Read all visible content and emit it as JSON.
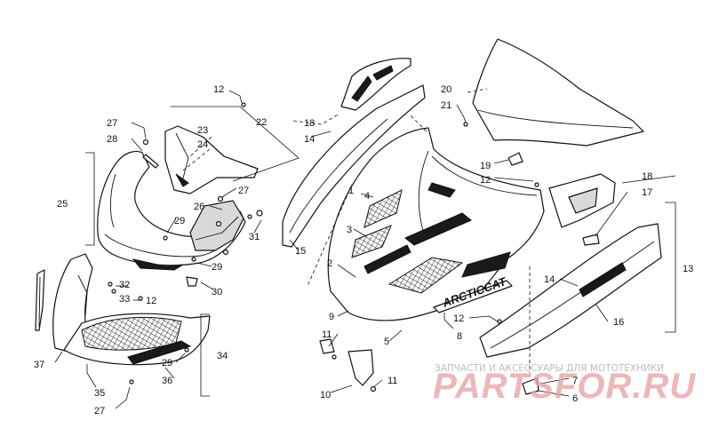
{
  "callouts": [
    {
      "id": "c12a",
      "text": "12"
    },
    {
      "id": "c27a",
      "text": "27"
    },
    {
      "id": "c28",
      "text": "28"
    },
    {
      "id": "c23",
      "text": "23"
    },
    {
      "id": "c24",
      "text": "24"
    },
    {
      "id": "c22",
      "text": "22"
    },
    {
      "id": "c25",
      "text": "25"
    },
    {
      "id": "c27b",
      "text": "27"
    },
    {
      "id": "c26",
      "text": "26"
    },
    {
      "id": "c29a",
      "text": "29"
    },
    {
      "id": "c31",
      "text": "31"
    },
    {
      "id": "c29b",
      "text": "29"
    },
    {
      "id": "c30",
      "text": "30"
    },
    {
      "id": "c32",
      "text": "32"
    },
    {
      "id": "c33",
      "text": "33"
    },
    {
      "id": "c12b",
      "text": "12"
    },
    {
      "id": "c34",
      "text": "34"
    },
    {
      "id": "c29c",
      "text": "29"
    },
    {
      "id": "c36",
      "text": "36"
    },
    {
      "id": "c37",
      "text": "37"
    },
    {
      "id": "c35",
      "text": "35"
    },
    {
      "id": "c27c",
      "text": "27"
    },
    {
      "id": "c18a",
      "text": "18"
    },
    {
      "id": "c14a",
      "text": "14"
    },
    {
      "id": "c15",
      "text": "15"
    },
    {
      "id": "c1",
      "text": "1"
    },
    {
      "id": "c4",
      "text": "4"
    },
    {
      "id": "c3",
      "text": "3"
    },
    {
      "id": "c2",
      "text": "2"
    },
    {
      "id": "c9",
      "text": "9"
    },
    {
      "id": "c11a",
      "text": "11"
    },
    {
      "id": "c10",
      "text": "10"
    },
    {
      "id": "c11b",
      "text": "11"
    },
    {
      "id": "c5",
      "text": "5"
    },
    {
      "id": "c12c",
      "text": "12"
    },
    {
      "id": "c8",
      "text": "8"
    },
    {
      "id": "c20",
      "text": "20"
    },
    {
      "id": "c21",
      "text": "21"
    },
    {
      "id": "c19",
      "text": "19"
    },
    {
      "id": "c12d",
      "text": "12"
    },
    {
      "id": "c18b",
      "text": "18"
    },
    {
      "id": "c17",
      "text": "17"
    },
    {
      "id": "c13",
      "text": "13"
    },
    {
      "id": "c14b",
      "text": "14"
    },
    {
      "id": "c16",
      "text": "16"
    },
    {
      "id": "c7",
      "text": "7"
    },
    {
      "id": "c6",
      "text": "6"
    }
  ],
  "hood_logo": "ARCTICCAT",
  "watermark": {
    "subtitle": "ЗАПЧАСТИ И АКСЕССУАРЫ ДЛЯ МОТОТЕХНИКИ",
    "brand": "PARTSFOR.RU"
  },
  "colors": {
    "line": "#111111",
    "watermark": "#e8a0a0"
  }
}
